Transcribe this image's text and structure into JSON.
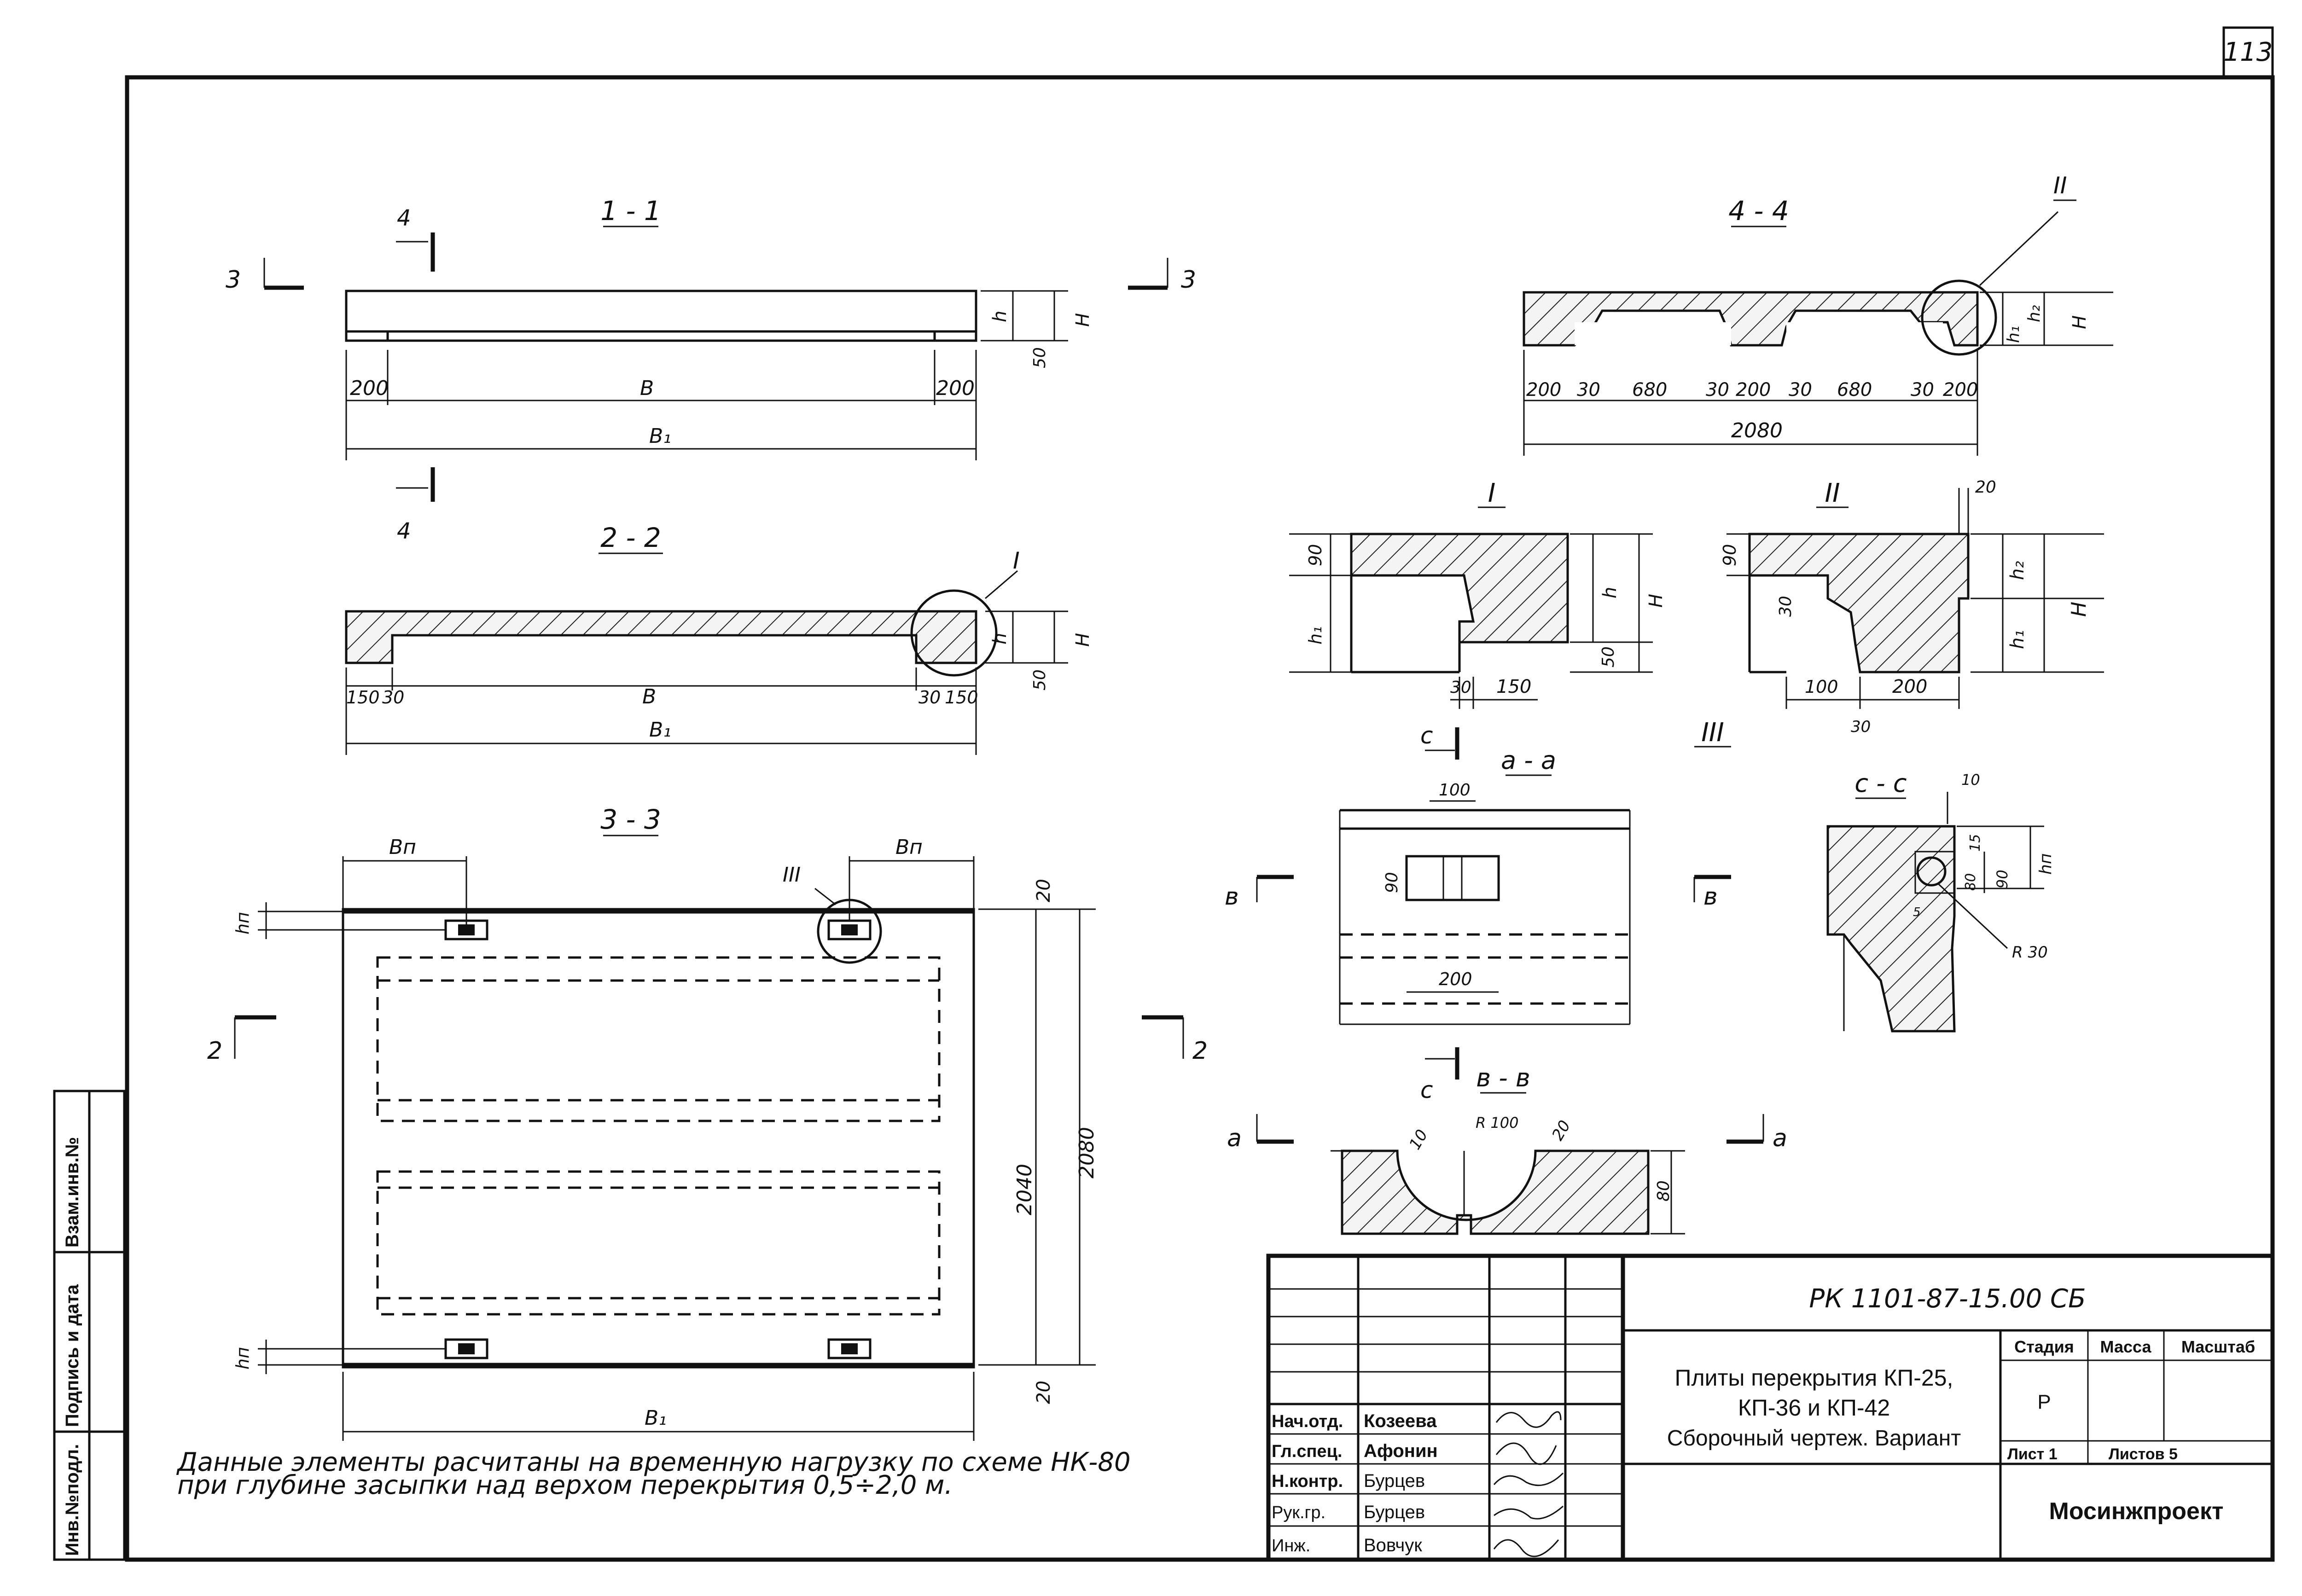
{
  "sheet_number": "113",
  "side_stamp": [
    "Инв.№подл.",
    "Подпись и дата",
    "Взам.инв.№"
  ],
  "views": {
    "s11": {
      "title": "1 - 1",
      "cut": "4",
      "side": "3",
      "dims": [
        "200",
        "B",
        "200",
        "B₁",
        "h",
        "H",
        "50"
      ]
    },
    "s22": {
      "title": "2 - 2",
      "callout": "I",
      "dims": [
        "150",
        "30",
        "B",
        "30",
        "150",
        "B₁",
        "h",
        "H",
        "50"
      ]
    },
    "s33": {
      "title": "3 - 3",
      "callout": "III",
      "bn": "Bп",
      "hn": "hп",
      "dims": [
        "20",
        "2040",
        "2080",
        "20",
        "B₁"
      ],
      "cut": "2"
    },
    "s44": {
      "title": "4 - 4",
      "callout": "II",
      "dims": [
        "200",
        "30",
        "680",
        "30",
        "200",
        "30",
        "680",
        "30",
        "200",
        "2080"
      ],
      "h_labels": [
        "h₁",
        "h₂",
        "H"
      ]
    },
    "d1": {
      "title": "I",
      "dims": [
        "90",
        "h₁",
        "h",
        "H",
        "50",
        "30",
        "150"
      ]
    },
    "d2": {
      "title": "II",
      "dims": [
        "20",
        "90",
        "30",
        "h₂",
        "h₁",
        "H",
        "100",
        "200",
        "30"
      ]
    },
    "d3": {
      "title": "III"
    },
    "aa": {
      "title": "a - a",
      "cut_b": "в",
      "cut_c": "с",
      "dims": [
        "100",
        "90",
        "200"
      ]
    },
    "bb": {
      "title": "в - в",
      "cut_a": "a",
      "dims": [
        "10",
        "R 100",
        "20",
        "80"
      ]
    },
    "cc": {
      "title": "с - с",
      "dims": [
        "10",
        "15",
        "80",
        "90",
        "hп",
        "R 30",
        "5"
      ]
    }
  },
  "note": {
    "line1": "Данные элементы расчитаны на временную нагрузку по схеме НК-80",
    "line2": "при глубине засыпки над верхом перекрытия 0,5÷2,0 м."
  },
  "title_block": {
    "code": "РК 1101-87-15.00 СБ",
    "name_lines": [
      "Плиты перекрытия КП-25,",
      "КП-36 и КП-42",
      "Сборочный чертеж. Вариант"
    ],
    "headers": [
      "Стадия",
      "Масса",
      "Масштаб"
    ],
    "stage": "Р",
    "sheet_label": "Лист 1",
    "sheets_label": "Листов 5",
    "org": "Мосинжпроект",
    "staff": [
      {
        "role": "Нач.отд.",
        "name": "Козеева"
      },
      {
        "role": "Гл.спец.",
        "name": "Афонин"
      },
      {
        "role": "Н.контр.",
        "name": "Бурцев"
      },
      {
        "role": "Рук.гр.",
        "name": "Бурцев"
      },
      {
        "role": "Инж.",
        "name": "Вовчук"
      }
    ]
  }
}
